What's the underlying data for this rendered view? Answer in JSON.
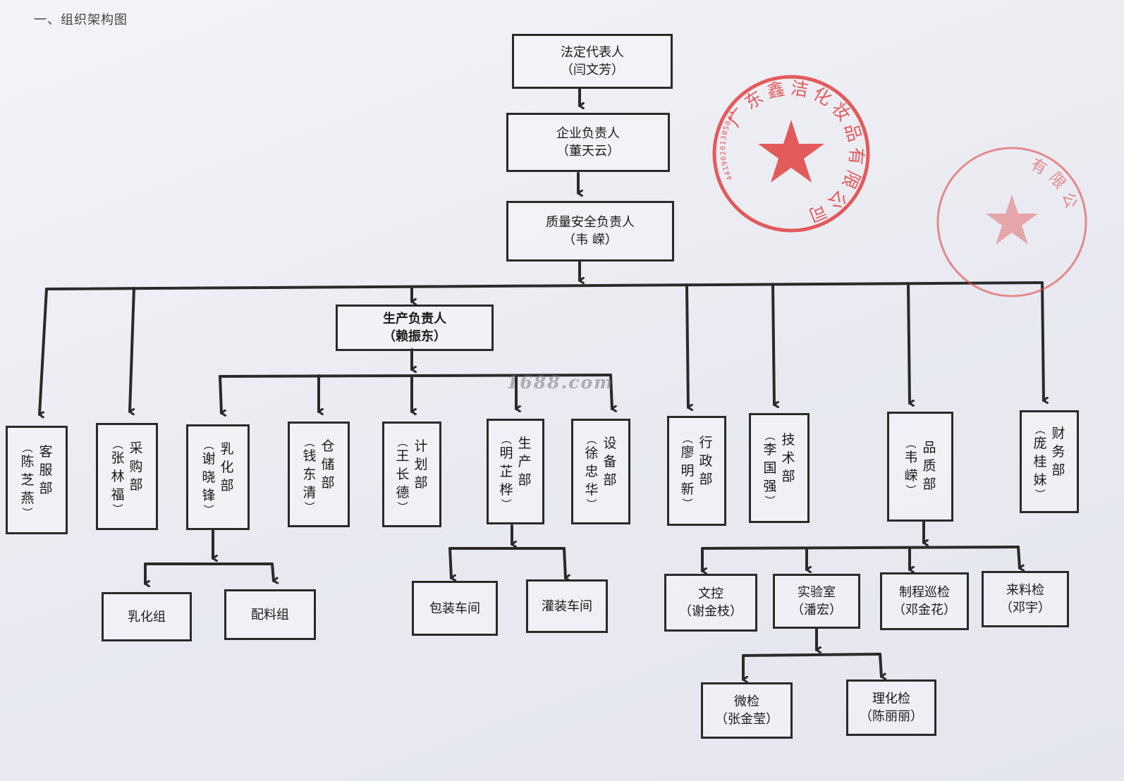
{
  "heading": "一、组织架构图",
  "watermark": "1688.com",
  "seal": {
    "text": "广东鑫洁化妆品有限公司",
    "code": "4419020130504",
    "color": "#e23a3a"
  },
  "seal2": {
    "text": "有限公",
    "color": "#e04848"
  },
  "chain": [
    {
      "title": "法定代表人",
      "person": "（闫文芳）"
    },
    {
      "title": "企业负责人",
      "person": "（董天云）"
    },
    {
      "title": "质量安全负责人",
      "person": "（韦  嵘）"
    }
  ],
  "production_head": {
    "title": "生产负责人",
    "person": "（赖振东）"
  },
  "departments": {
    "customer_service": {
      "dept": "客服部",
      "person": "陈芝燕"
    },
    "purchasing": {
      "dept": "采购部",
      "person": "张林福"
    },
    "emulsion": {
      "dept": "乳化部",
      "person": "谢晓锋"
    },
    "warehouse": {
      "dept": "仓储部",
      "person": "钱东清"
    },
    "planning": {
      "dept": "计划部",
      "person": "王长德"
    },
    "production": {
      "dept": "生产部",
      "person": "明芷桦"
    },
    "equipment": {
      "dept": "设备部",
      "person": "徐忠华"
    },
    "admin": {
      "dept": "行政部",
      "person": "廖明新"
    },
    "technical": {
      "dept": "技术部",
      "person": "李国强"
    },
    "quality": {
      "dept": "品质部",
      "person": "韦嵘"
    },
    "finance": {
      "dept": "财务部",
      "person": "庞桂妹"
    }
  },
  "emulsion_groups": [
    "乳化组",
    "配料组"
  ],
  "workshops": [
    "包装车间",
    "灌装车间"
  ],
  "quality_units": [
    {
      "title": "文控",
      "person": "（谢金枝）"
    },
    {
      "title": "实验室",
      "person": "（潘宏）"
    },
    {
      "title": "制程巡检",
      "person": "（邓金花）"
    },
    {
      "title": "来料检",
      "person": "（邓宇）"
    }
  ],
  "lab_units": [
    {
      "title": "微检",
      "person": "（张金莹）"
    },
    {
      "title": "理化检",
      "person": "（陈丽丽）"
    }
  ]
}
